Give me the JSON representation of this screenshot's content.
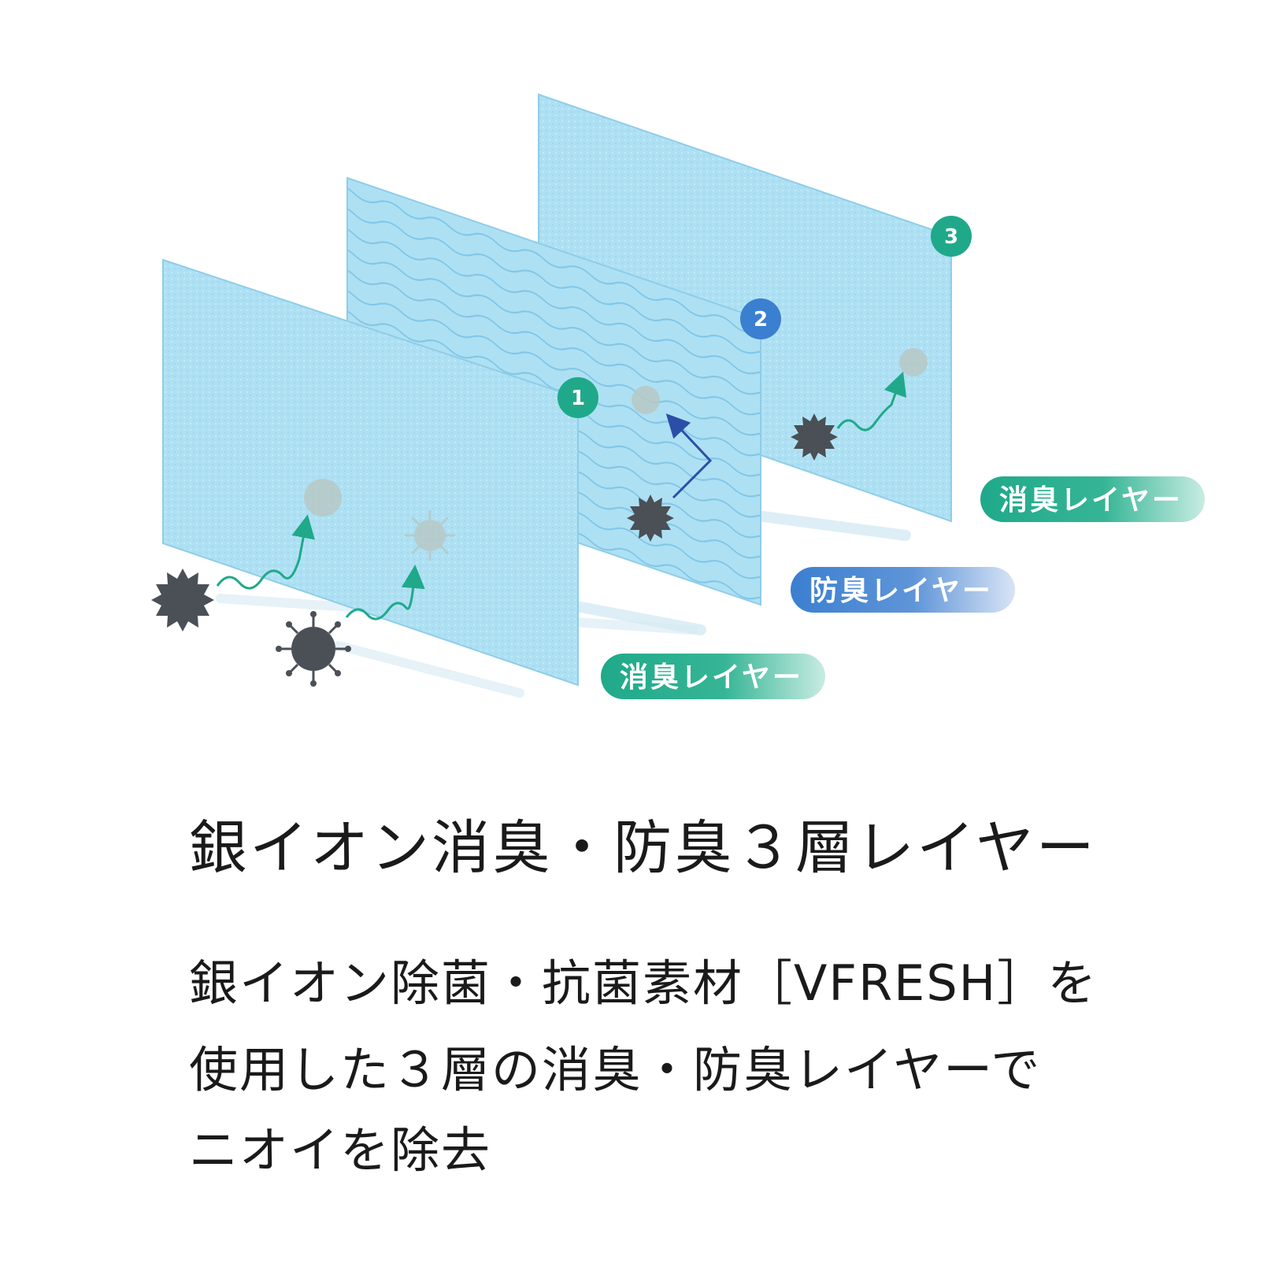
{
  "layers": [
    {
      "number": "1",
      "label": "消臭レイヤー",
      "badge_color": "#1fa98a",
      "pill_color": "#1fa98a"
    },
    {
      "number": "2",
      "label": "防臭レイヤー",
      "badge_color": "#3b7fd0",
      "pill_color": "#3b7fd0"
    },
    {
      "number": "3",
      "label": "消臭レイヤー",
      "badge_color": "#1fa98a",
      "pill_color": "#1fa98a"
    }
  ],
  "headline": "銀イオン消臭・防臭３層レイヤー",
  "body_lines": [
    "銀イオン除菌・抗菌素材［VFRESH］を",
    "使用した３層の消臭・防臭レイヤーで",
    "ニオイを除去"
  ],
  "colors": {
    "panel_fill": "#aee0f3",
    "panel_edge": "#86c9e6",
    "germ": "#4a5056",
    "arrow_green": "#1fa98a",
    "arrow_blue": "#2b4fa8"
  }
}
